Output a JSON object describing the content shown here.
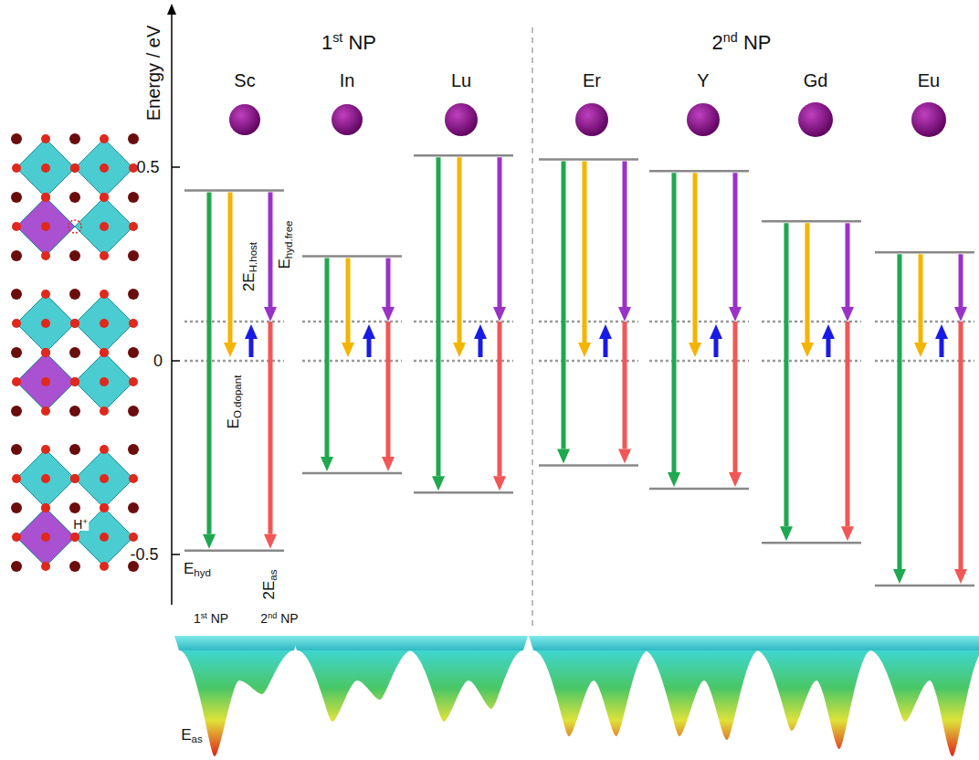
{
  "diagram": {
    "labels": [
      "Energy / eV",
      "1",
      "st",
      "NP",
      "2",
      "nd",
      "NP",
      "Sc",
      "In",
      "Lu",
      "Er",
      "Y",
      "Gd",
      "Eu",
      "0.5",
      "0",
      "-0.5",
      "E",
      "O.dopant",
      "2E",
      "H.host",
      "E",
      "hyd.free",
      "E",
      "hyd",
      "2E",
      "as",
      "H",
      "+",
      "1",
      "st",
      "NP",
      "2",
      "nd",
      "NP",
      "E",
      "as"
    ]
  }
}
